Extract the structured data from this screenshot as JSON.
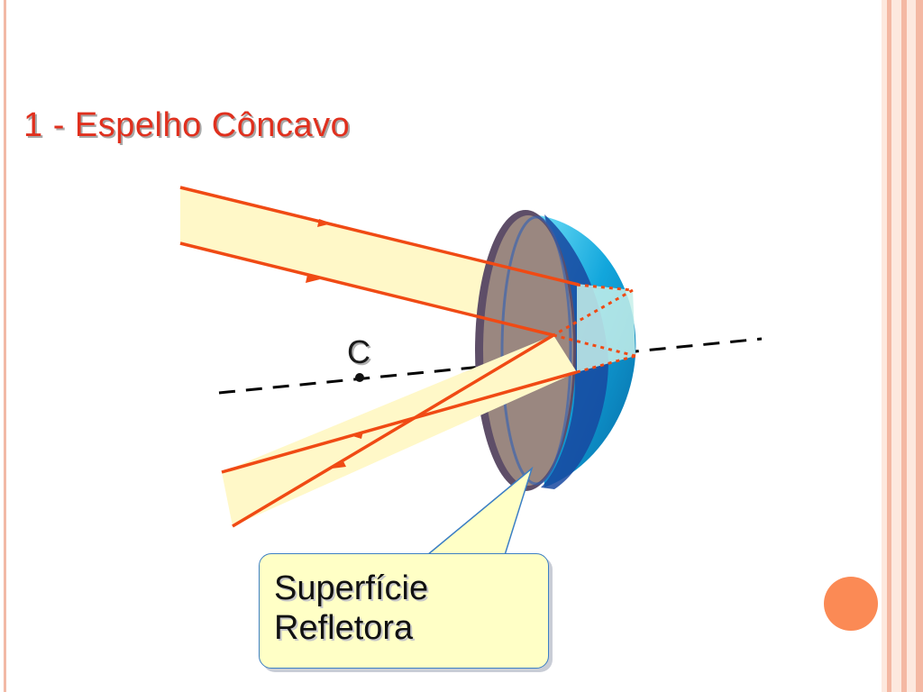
{
  "slide": {
    "title": "1 - Espelho Côncavo",
    "center_label": "C",
    "callout_lines": [
      "Superfície",
      "Refletora"
    ]
  },
  "colors": {
    "title": "#e0301e",
    "ray": "#f04a14",
    "beam_fill": "#fff8c8",
    "mirror_face": "#9a8780",
    "mirror_rim": "#5e4e68",
    "mirror_back": "#18a8dc",
    "callout_fill": "#ffffc6",
    "accent_dot": "#fb8a55"
  },
  "elements": {
    "mirror_icon": "concave-mirror",
    "axis": "principal-axis-dashed"
  }
}
